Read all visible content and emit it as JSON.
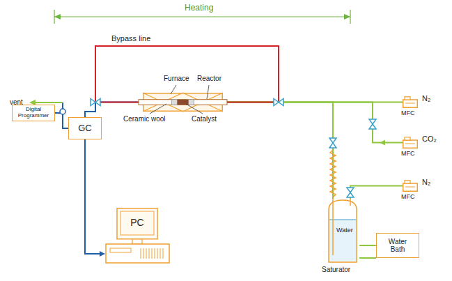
{
  "diagram": {
    "nodes": [
      {
        "text": [
          "Digital Programmer"
        ]
      },
      {
        "text": [
          "GC"
        ]
      },
      {
        "text": [
          "PC"
        ]
      },
      {
        "text": [
          "Furnace",
          "Reactor",
          "Ceramic wool",
          "Catalyst"
        ]
      },
      {
        "text": [
          "MFC",
          "N₂"
        ]
      },
      {
        "text": [
          "MFC",
          "CO₂"
        ]
      },
      {
        "text": [
          "MFC",
          "N₂"
        ]
      },
      {
        "text": [
          "Water",
          "Saturator"
        ]
      },
      {
        "text": [
          "Water Bath"
        ]
      }
    ],
    "edges": [
      {
        "from": 3,
        "to": 1,
        "arrow": "none"
      },
      {
        "from": 0,
        "to": 1,
        "arrow": "none"
      },
      {
        "from": 1,
        "to": 2,
        "arrow": "to"
      },
      {
        "from": 4,
        "to": 3,
        "arrow": "none"
      },
      {
        "from": 5,
        "to": 3,
        "arrow": "none"
      },
      {
        "from": 6,
        "to": 7,
        "arrow": "none"
      },
      {
        "from": 7,
        "to": 3,
        "arrow": "none"
      },
      {
        "from": 8,
        "to": 7,
        "arrow": "none"
      }
    ],
    "labels": [
      "Heating",
      "Bypass line",
      "vent"
    ]
  }
}
